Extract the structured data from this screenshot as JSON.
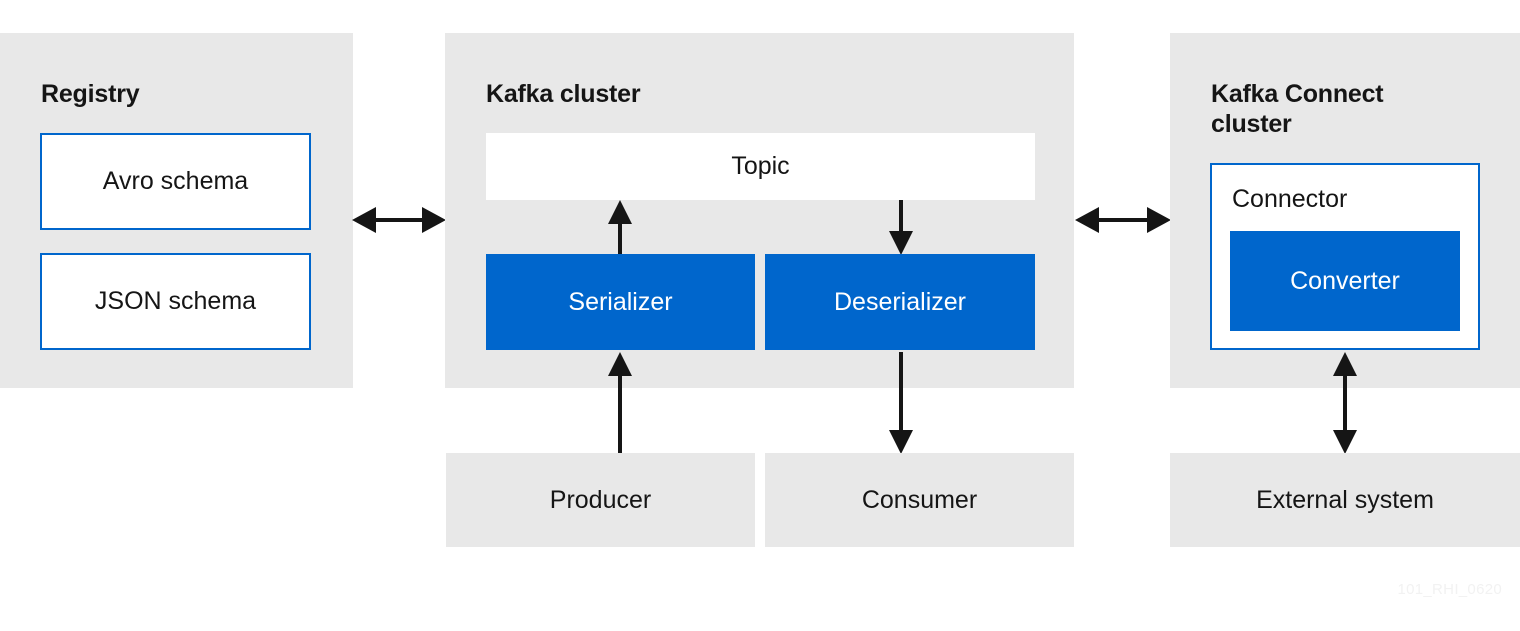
{
  "diagram": {
    "watermark": "101_RHI_0620",
    "colors": {
      "panel_background": "#e8e8e8",
      "accent_blue": "#0066cc",
      "text": "#151515",
      "white": "#ffffff",
      "arrow": "#151515"
    }
  },
  "panels": {
    "registry": {
      "title": "Registry",
      "boxes": [
        {
          "label": "Avro schema"
        },
        {
          "label": "JSON schema"
        }
      ]
    },
    "kafka_cluster": {
      "title": "Kafka cluster",
      "topic": {
        "label": "Topic"
      },
      "serializer": {
        "label": "Serializer"
      },
      "deserializer": {
        "label": "Deserializer"
      }
    },
    "kafka_connect_cluster": {
      "title": "Kafka Connect cluster",
      "connector": {
        "label": "Connector"
      },
      "converter": {
        "label": "Converter"
      }
    }
  },
  "external_boxes": {
    "producer": {
      "label": "Producer"
    },
    "consumer": {
      "label": "Consumer"
    },
    "external_system": {
      "label": "External system"
    }
  },
  "arrows": {
    "registry_to_kafka": {
      "name": "registry-kafka-bidirectional-arrow",
      "direction": "both"
    },
    "kafka_to_connect": {
      "name": "kafka-connect-bidirectional-arrow",
      "direction": "both"
    },
    "serializer_to_topic": {
      "name": "serializer-to-topic-arrow",
      "direction": "up"
    },
    "topic_to_deserializer": {
      "name": "topic-to-deserializer-arrow",
      "direction": "down"
    },
    "producer_to_serializer": {
      "name": "producer-to-serializer-arrow",
      "direction": "up"
    },
    "deserializer_to_consumer": {
      "name": "deserializer-to-consumer-arrow",
      "direction": "down"
    },
    "connector_to_external": {
      "name": "connector-external-bidirectional-arrow",
      "direction": "both"
    }
  }
}
